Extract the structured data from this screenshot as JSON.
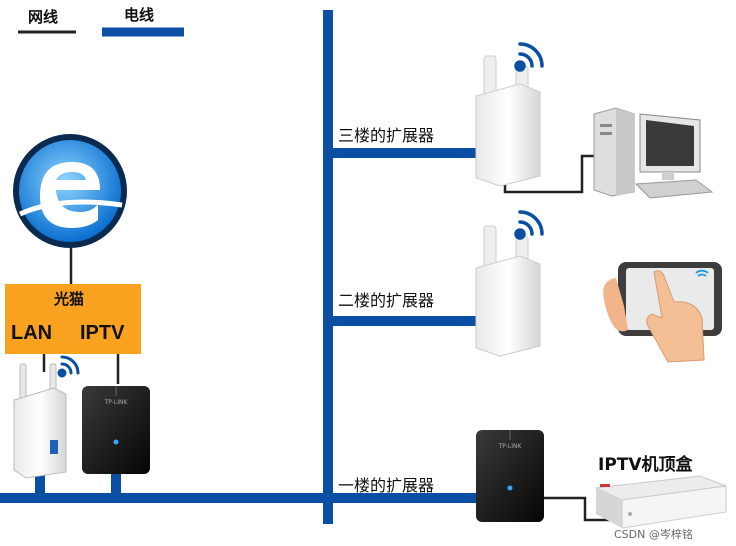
{
  "legend": {
    "network_cable": "网线",
    "power_line": "电线"
  },
  "modem": {
    "title": "光猫",
    "port_lan": "LAN",
    "port_iptv": "IPTV"
  },
  "floors": {
    "third": "三楼的扩展器",
    "second": "二楼的扩展器",
    "first": "一楼的扩展器"
  },
  "devices": {
    "iptv_box": "IPTV机顶盒",
    "adapter_brand": "TP-LINK"
  },
  "watermark": "CSDN @岑梓铭",
  "colors": {
    "power_line": "#0a4fa3",
    "modem_box": "#f9a21f",
    "cable": "#222222"
  }
}
